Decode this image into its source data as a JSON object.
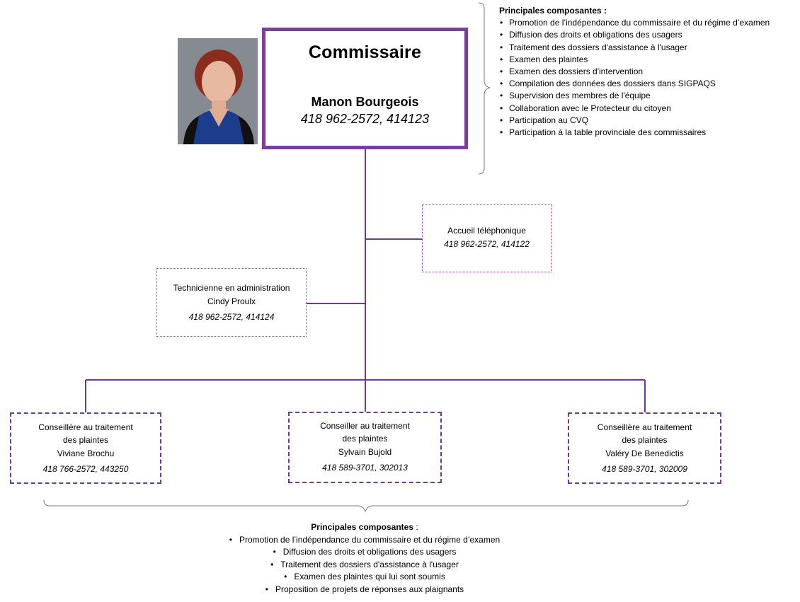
{
  "commissaire": {
    "title": "Commissaire",
    "name": "Manon Bourgeois",
    "phone": "418 962-2572, 414123"
  },
  "responsibilities_top": {
    "title": "Principales composantes :",
    "items": [
      "Promotion de l’indépendance du commissaire et du régime d’examen",
      "Diffusion des droits et obligations des usagers",
      "Traitement des dossiers d'assistance à l'usager",
      "Examen des plaintes",
      "Examen des dossiers d'intervention",
      "Compilation des données des dossiers dans SIGPAQS",
      "Supervision des membres de l'équipe",
      "Collaboration avec le Protecteur du citoyen",
      "Participation au CVQ",
      "Participation à la table provinciale des commissaires"
    ]
  },
  "accueil": {
    "role": "Accueil téléphonique",
    "phone": "418 962-2572, 414122"
  },
  "technicienne": {
    "role": "Technicienne en administration",
    "name": "Cindy Proulx",
    "phone": "418 962-2572, 414124"
  },
  "conseillers": [
    {
      "role_line1": "Conseillère au traitement",
      "role_line2": "des plaintes",
      "name": "Viviane Brochu",
      "phone": "418 766-2572, 443250"
    },
    {
      "role_line1": "Conseiller au traitement",
      "role_line2": "des plaintes",
      "name": "Sylvain Bujold",
      "phone": "418 589-3701, 302013"
    },
    {
      "role_line1": "Conseillère au traitement",
      "role_line2": "des plaintes",
      "name": "Valéry De Benedictis",
      "phone": "418 589-3701, 302009"
    }
  ],
  "responsibilities_bottom": {
    "title": "Principales composantes",
    "title_suffix": " :",
    "items": [
      "Promotion de l’indépendance du commissaire et du régime d’examen",
      "Diffusion des droits et obligations des usagers",
      "Traitement des dossiers d'assistance à l'usager",
      "Examen des plaintes qui lui sont soumis",
      "Proposition de projets de réponses aux plaignants"
    ]
  },
  "colors": {
    "accent_purple": "#7a3f9e",
    "line_purple": "#6b3a9a",
    "brace_gray": "#777777"
  }
}
